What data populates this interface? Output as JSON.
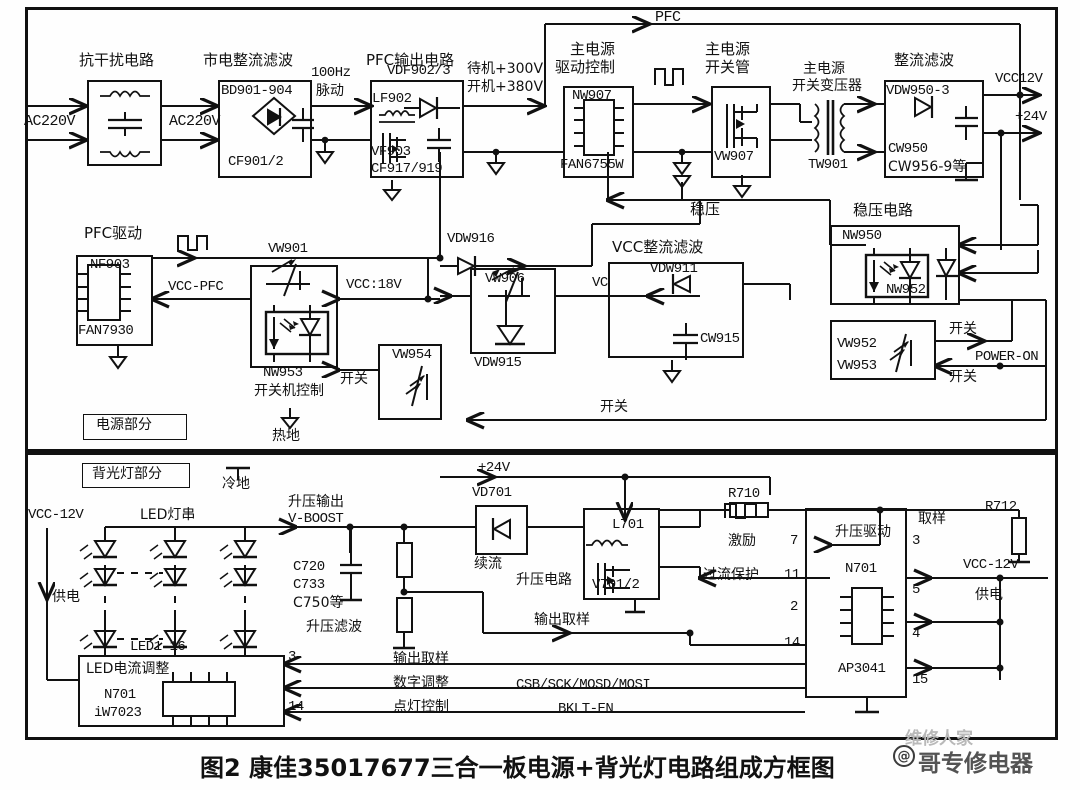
{
  "figure": {
    "caption": "图2  康佳35017677三合一板电源+背光灯电路组成方框图",
    "watermark_main": "哥专修电器",
    "watermark_at": "@",
    "watermark_faint": "维修人家"
  },
  "sections": {
    "power_tag": "电源部分",
    "backlight_tag": "背光灯部分"
  },
  "power": {
    "in_left_label": "AC220V",
    "in_right_label": "AC220V",
    "emi": {
      "title": "抗干扰电路"
    },
    "rectifier": {
      "title": "市电整流滤波",
      "top_part": "BD901-904",
      "bottom_part": "CF901/2"
    },
    "ripple": {
      "line1": "100Hz",
      "line2": "脉动"
    },
    "pfc_out": {
      "title": "PFC输出电路",
      "part1": "VDF902/3",
      "part2": "LF902",
      "part3": "VF903",
      "part4": "CF917/919"
    },
    "standby_v": {
      "line1": "待机+300V",
      "line2": "开机+380V"
    },
    "pfc_label": "PFC",
    "main_drive": {
      "title1": "主电源",
      "title2": "驱动控制",
      "part_top": "NW907",
      "part_bottom": "FAN6755W"
    },
    "main_switch": {
      "title1": "主电源",
      "title2": "开关管",
      "part": "VW907"
    },
    "transformer": {
      "title1": "主电源",
      "title2": "开关变压器",
      "part": "TW901"
    },
    "out_rect": {
      "title": "整流滤波",
      "part1": "VDW950-3",
      "part2": "CW950",
      "part3": "CW956-9等"
    },
    "rail_12v": "VCC12V",
    "rail_24v": "+24V",
    "regulate_label": "稳压",
    "reg_circuit": {
      "title": "稳压电路",
      "part1": "NW950",
      "part2": "NW952"
    },
    "sw_opto": {
      "part1": "VW952",
      "part2": "VW953"
    },
    "power_on": "POWER-ON",
    "switch_label_a": "开关",
    "switch_label_b": "开关",
    "switch_label_c": "开关",
    "switch_label_d": "开关",
    "pfc_drive": {
      "title": "PFC驱动",
      "part_top": "NF903",
      "part_bottom": "FAN7930"
    },
    "vcc_pfc": "VCC-PFC",
    "onoff_ctrl": {
      "part_top": "VW901",
      "part_bottom": "NW953",
      "title": "开关机控制"
    },
    "vcc18": "VCC:18V",
    "vdw916": "VDW916",
    "clamp": {
      "part_top": "VW906",
      "part_bottom": "VDW915"
    },
    "vc_label": "VC",
    "vcc_rect": {
      "title": "VCC整流滤波",
      "part1": "VDW911",
      "part2": "CW915"
    },
    "vw954": "VW954",
    "hot_ground": "热地"
  },
  "backlight": {
    "cold_ground": "冷地",
    "vcc12_left": "VCC-12V",
    "supply_left": "供电",
    "led_string_title": "LED灯串",
    "led_range": "LED1-16",
    "boost_out": {
      "line1": "升压输出",
      "line2": "V-BOOST"
    },
    "caps": {
      "c1": "C720",
      "c2": "C733",
      "c3": "C750等",
      "title": "升压滤波"
    },
    "led_driver": {
      "title": "LED电流调整",
      "part1": "N701",
      "part2": "iW7023",
      "pin_top": "3",
      "pin_bottom": "14"
    },
    "rail_24v": "+24V",
    "vd701": {
      "part": "VD701",
      "title": "续流"
    },
    "boost_circuit_label": "升压电路",
    "boost_core": {
      "part_top": "L701",
      "part_bottom": "V701/2"
    },
    "sample_out_a": "输出取样",
    "sample_out_b": "输出取样",
    "digital_adjust": "数字调整",
    "digital_bus": "CSB/SCK/MOSD/MOSI",
    "light_control": "点灯控制",
    "light_bus": "BKLT-EN",
    "drive_label": "激励",
    "oc_protect": "过流保护",
    "r710": "R710",
    "r712": "R712",
    "sample_label": "取样",
    "boost_driver": {
      "title": "升压驱动",
      "part1": "N701",
      "part2": "AP3041"
    },
    "pins": {
      "p7": "7",
      "p11": "11",
      "p2": "2",
      "p14": "14",
      "p3": "3",
      "p5": "5",
      "p4": "4",
      "p15": "15"
    },
    "vcc12_right": "VCC-12V",
    "supply_right": "供电"
  },
  "colors": {
    "ink": "#111111",
    "bg": "#ffffff"
  }
}
